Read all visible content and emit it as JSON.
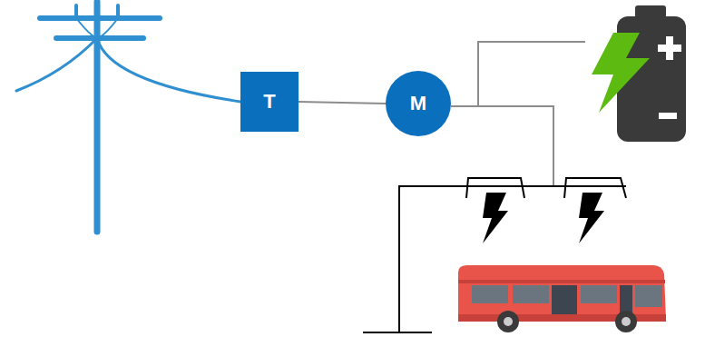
{
  "diagram": {
    "nodes": [
      {
        "text": [
          "T"
        ]
      },
      {
        "text": [
          "M"
        ]
      }
    ],
    "edges": [
      {
        "from": 0,
        "to": 1,
        "arrow": "none"
      }
    ]
  }
}
